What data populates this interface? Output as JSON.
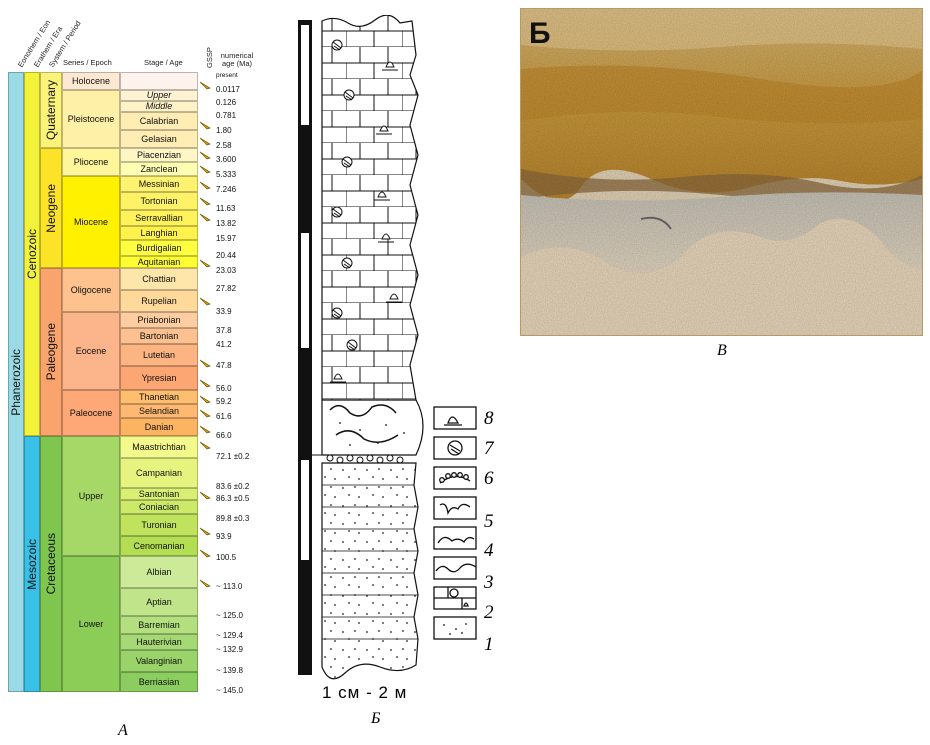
{
  "chart_a": {
    "headers": {
      "eonothem": "Eonothem / Eon",
      "erathem": "Erathem / Era",
      "system": "System / Period",
      "series": "Series / Epoch",
      "stage": "Stage / Age",
      "gssp": "GSSP",
      "age": "numerical age (Ma)"
    },
    "eon": "Phanerozoic",
    "eras": [
      "Cenozoic",
      "Mesozoic"
    ],
    "periods": [
      "Quaternary",
      "Neogene",
      "Paleogene",
      "Cretaceous"
    ],
    "epochs": [
      "Holocene",
      "Pleistocene",
      "Pliocene",
      "Miocene",
      "Oligocene",
      "Eocene",
      "Paleocene",
      "Upper",
      "Lower"
    ],
    "stages": [
      "Upper",
      "Middle",
      "Calabrian",
      "Gelasian",
      "Piacenzian",
      "Zanclean",
      "Messinian",
      "Tortonian",
      "Serravallian",
      "Langhian",
      "Burdigalian",
      "Aquitanian",
      "Chattian",
      "Rupelian",
      "Priabonian",
      "Bartonian",
      "Lutetian",
      "Ypresian",
      "Thanetian",
      "Selandian",
      "Danian",
      "Maastrichtian",
      "Campanian",
      "Santonian",
      "Coniacian",
      "Turonian",
      "Cenomanian",
      "Albian",
      "Aptian",
      "Barremian",
      "Hauterivian",
      "Valanginian",
      "Berriasian"
    ],
    "ages": [
      "present",
      "0.0117",
      "0.126",
      "0.781",
      "1.80",
      "2.58",
      "3.600",
      "5.333",
      "7.246",
      "11.63",
      "13.82",
      "15.97",
      "20.44",
      "23.03",
      "27.82",
      "33.9",
      "37.8",
      "41.2",
      "47.8",
      "56.0",
      "59.2",
      "61.6",
      "66.0",
      "72.1 ±0.2",
      "83.6 ±0.2",
      "86.3 ±0.5",
      "89.8 ±0.3",
      "93.9",
      "100.5",
      "~ 113.0",
      "~ 125.0",
      "~ 129.4",
      "~ 132.9",
      "~ 139.8",
      "~ 145.0"
    ],
    "panel_label": "A"
  },
  "column_b": {
    "scale": "1 см - 2 м",
    "panel_label": "Б",
    "legend_numbers": [
      "8",
      "7",
      "6",
      "5",
      "4",
      "3",
      "2",
      "1"
    ]
  },
  "photo_c": {
    "corner_letter": "Б",
    "panel_label": "В"
  }
}
